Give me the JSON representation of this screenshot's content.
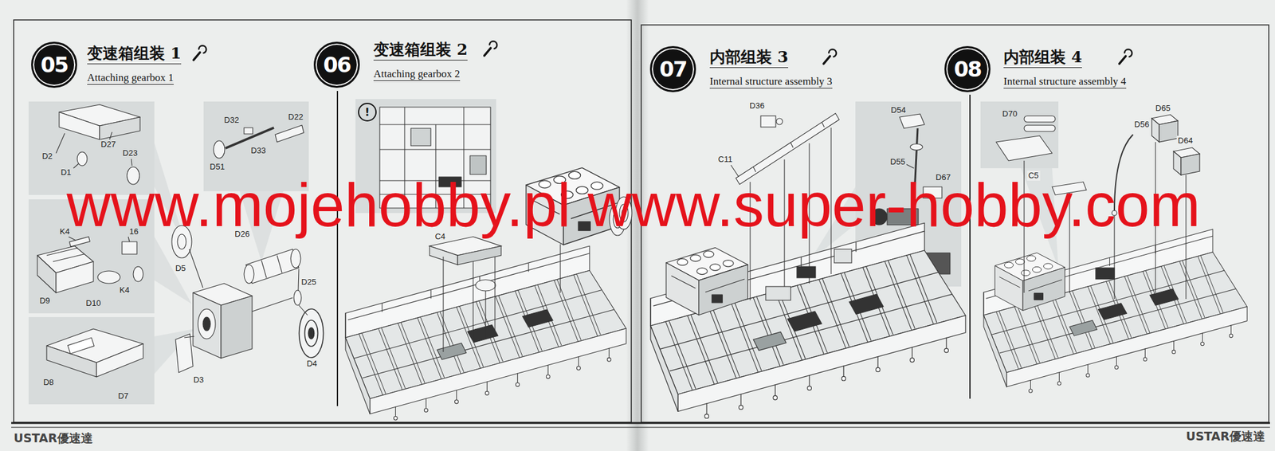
{
  "diagram": {
    "nodes": [
      {
        "text": [
          "05"
        ]
      },
      {
        "text": [
          "D2",
          "D1",
          "D27",
          "D23"
        ]
      },
      {
        "text": [
          "D32",
          "D22",
          "D33",
          "D51"
        ]
      },
      {
        "text": [
          "K4",
          "16",
          "D9",
          "D10",
          "K4"
        ]
      },
      {
        "text": [
          "D8",
          "D7"
        ]
      },
      {
        "text": [
          "06"
        ]
      },
      {
        "text": [
          "!"
        ]
      },
      {
        "text": [
          "07"
        ]
      },
      {
        "text": [
          "D54",
          "D55",
          "D67"
        ]
      },
      {
        "text": [
          "08"
        ]
      },
      {
        "text": [
          "D70"
        ]
      }
    ],
    "labels": [
      "变速箱组装 1",
      "Attaching gearbox 1",
      "D5",
      "D26",
      "D25",
      "D3",
      "D4",
      "变速箱组装 2",
      "Attaching gearbox 2",
      "C4",
      "内部组装 3",
      "Internal structure assembly 3",
      "D36",
      "C11",
      "内部组装 4",
      "Internal structure assembly 4",
      "D56",
      "D65",
      "D64",
      "C5",
      "www.mojehobby.pl www.super-hobby.com",
      "USTAR優速達",
      "USTAR優速達"
    ]
  }
}
